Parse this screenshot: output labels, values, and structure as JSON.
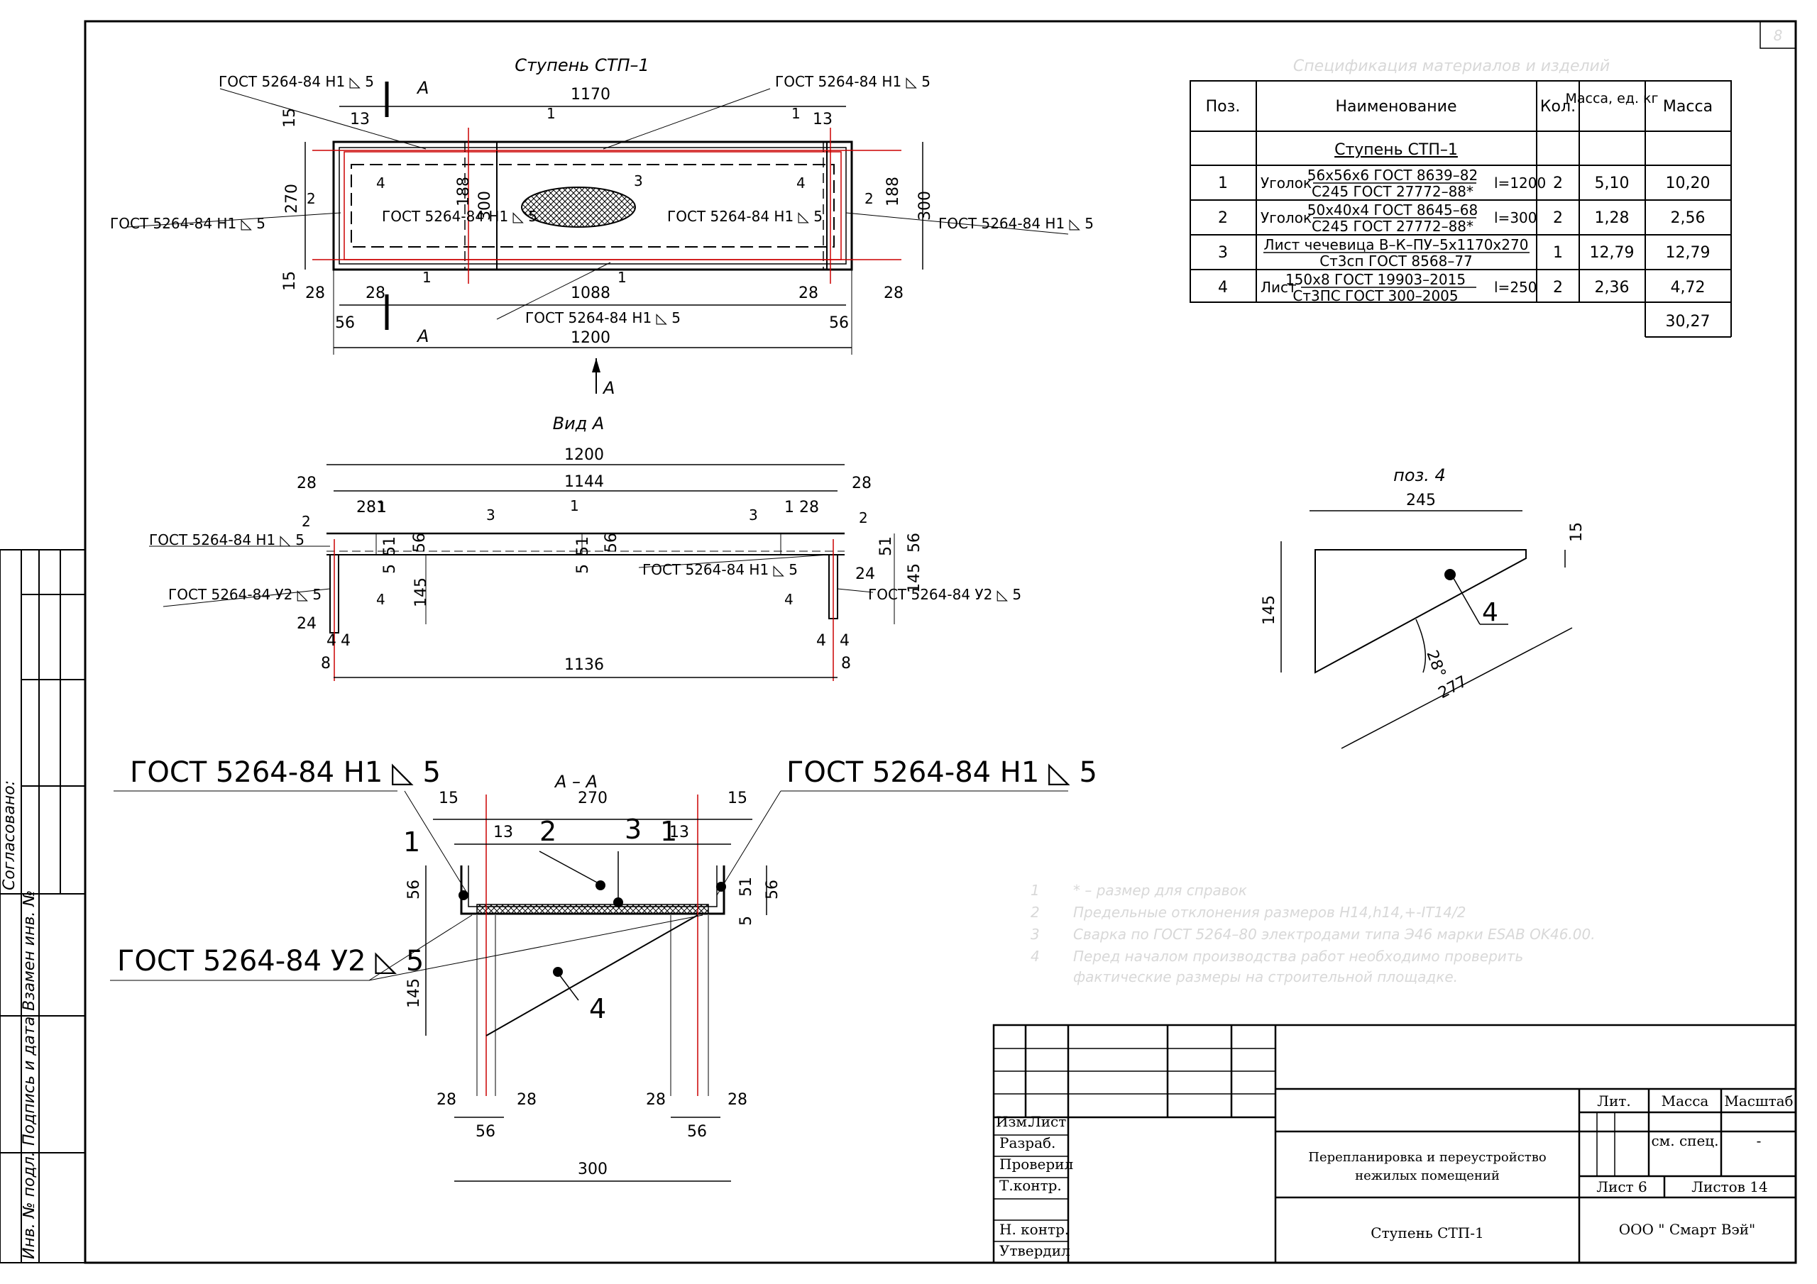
{
  "sheet_number": "8",
  "views": {
    "plan_title": "Ступень СТП–1",
    "view_a_title": "Вид А",
    "section_title": "А – А",
    "pos4_title": "поз. 4",
    "section_mark": "А"
  },
  "weld_labels": {
    "n1": "ГОСТ 5264-84 Н1 ◺ 5",
    "u2": "ГОСТ 5264-84 У2 ◺ 5",
    "n1_alt": "ГОСТ 5264-84 H1 ◺ 5"
  },
  "plan_dims": {
    "d1170": "1170",
    "d1088": "1088",
    "d1200": "1200",
    "d300": "300",
    "d270": "270",
    "d188": "188",
    "d28": "28",
    "d56": "56",
    "d15": "15",
    "d13": "13"
  },
  "view_a_dims": {
    "d1200": "1200",
    "d1144": "1144",
    "d1136": "1136",
    "d28": "28",
    "d56": "56",
    "d51": "51",
    "d5": "5",
    "d145": "145",
    "d24": "24",
    "d4": "4",
    "d8": "8",
    "d281": "281",
    "d128": "1 28"
  },
  "section_dims": {
    "d270": "270",
    "d15": "15",
    "d13": "13",
    "d56": "56",
    "d51": "51",
    "d5": "5",
    "d145": "145",
    "d28": "28",
    "d300": "300"
  },
  "pos4_dims": {
    "d245": "245",
    "d15": "15",
    "d145": "145",
    "d277": "277",
    "angle": "28°"
  },
  "positions": [
    "1",
    "2",
    "3",
    "4"
  ],
  "spec": {
    "title": "Спецификация материалов и изделий",
    "headers": [
      "Поз.",
      "Наименование",
      "Кол.",
      "Масса, ед. кг",
      "Масса"
    ],
    "group": "Ступень СТП–1",
    "rows": [
      {
        "pos": "1",
        "name": "Уголок",
        "top": "56х56х6 ГОСТ 8639–82",
        "bottom": "С245 ГОСТ 27772–88*",
        "len": "l=1200",
        "qty": "2",
        "unit": "5,10",
        "mass": "10,20"
      },
      {
        "pos": "2",
        "name": "Уголок",
        "top": "50х40х4 ГОСТ 8645–68",
        "bottom": "С245 ГОСТ 27772–88*",
        "len": "l=300",
        "qty": "2",
        "unit": "1,28",
        "mass": "2,56"
      },
      {
        "pos": "3",
        "name": "",
        "top": "Лист чечевица В–К–ПУ–5х1170х270",
        "bottom": "Ст3сп ГОСТ 8568–77",
        "len": "",
        "qty": "1",
        "unit": "12,79",
        "mass": "12,79"
      },
      {
        "pos": "4",
        "name": "Лист",
        "top": "150х8 ГОСТ 19903–2015",
        "bottom": "Ст3ПС ГОСТ 300–2005",
        "len": "l=250",
        "qty": "2",
        "unit": "2,36",
        "mass": "4,72"
      }
    ],
    "total": "30,27"
  },
  "notes": [
    "* – размер для справок",
    "Предельные отклонения размеров H14,h14,+-IT14/2",
    "Сварка по ГОСТ 5264–80 электродами типа Э46 марки ESAB OK46.00.",
    "Перед началом производства работ необходимо проверить",
    "фактические размеры на строительной площадке."
  ],
  "side_stamp": {
    "agreed": "Согласовано:",
    "replace": "Взамен инв. №",
    "signature": "Подпись и дата",
    "inv": "Инв. № подл."
  },
  "title_block": {
    "izm": "Изм.",
    "list": "Лист",
    "roles": [
      "Разраб.",
      "Проверил",
      "Т.контр.",
      "",
      "Н. контр.",
      "Утвердил"
    ],
    "lit": "Лит.",
    "massa": "Масса",
    "scale": "Масштаб",
    "massa_val": "см. спец.",
    "scale_val": "-",
    "sheet": "Лист 6",
    "sheets": "Листов 14",
    "project": "Перепланировка и переустройство нежилых помещений",
    "project_l1": "Перепланировка и переустройство",
    "project_l2": "нежилых помещений",
    "drawing": "Ступень СТП-1",
    "company": "ООО \" Смарт Вэй\""
  }
}
